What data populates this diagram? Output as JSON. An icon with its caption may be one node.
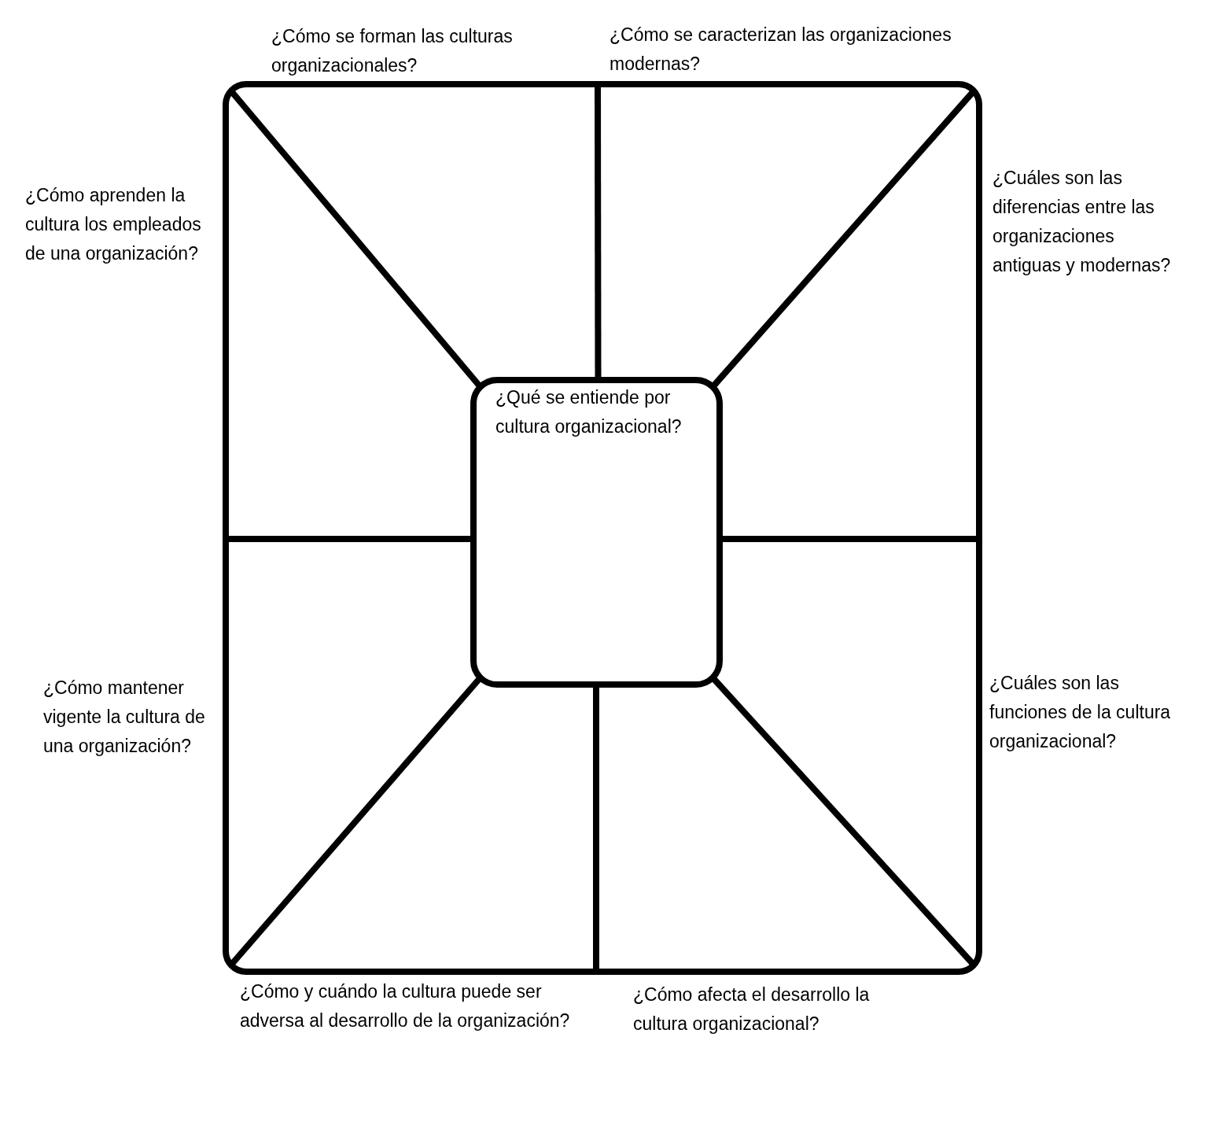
{
  "diagram": {
    "nodes": [
      {
        "text": [],
        "shape": "box"
      },
      {
        "text": [
          "¿Qué se entiende por cultura organizacional?"
        ],
        "in": 0
      }
    ],
    "edges": [
      {
        "from": 0,
        "to": 1,
        "arrow": "none"
      },
      {
        "from": 0,
        "to": 1,
        "arrow": "none"
      },
      {
        "from": 0,
        "to": 1,
        "arrow": "none"
      },
      {
        "from": 0,
        "to": 1,
        "arrow": "none"
      },
      {
        "from": 0,
        "to": 1,
        "arrow": "none"
      },
      {
        "from": 0,
        "to": 1,
        "arrow": "none"
      },
      {
        "from": 0,
        "to": 1,
        "arrow": "none"
      },
      {
        "from": 0,
        "to": 1,
        "arrow": "none"
      }
    ],
    "labels": [
      "¿Cómo se forman las culturas organizacionales?",
      "¿Cómo se caracterizan las organizaciones modernas?",
      "¿Cómo aprenden la cultura los empleados de una organización?",
      "¿Cuáles son las diferencias entre las organizaciones antiguas y modernas?",
      "¿Cómo mantener vigente la cultura de una organización?",
      "¿Cuáles son las funciones de la cultura organizacional?",
      "¿Cómo y cuándo la cultura puede ser adversa al desarrollo de la organización?",
      "¿Cómo afecta el desarrollo la cultura organizacional?"
    ]
  }
}
